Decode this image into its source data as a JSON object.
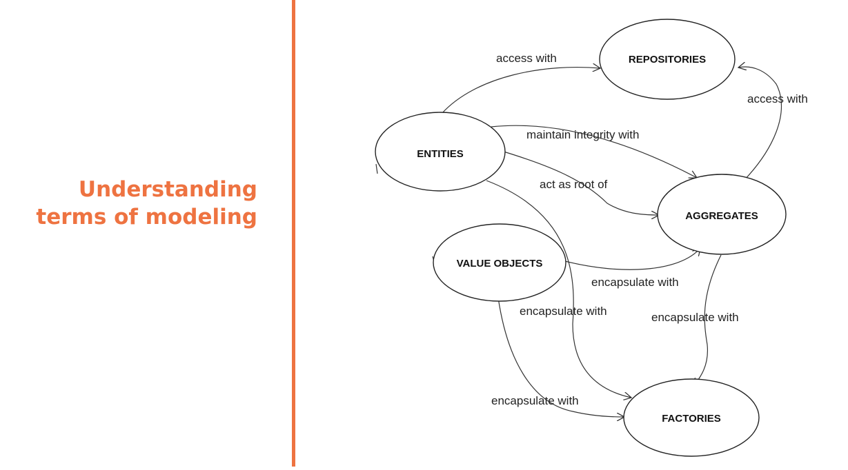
{
  "slide": {
    "title_lines": [
      "Understanding",
      "terms of modeling"
    ],
    "accent_color": "#ee7341"
  },
  "diagram": {
    "nodes": {
      "repositories": "REPOSITORIES",
      "entities": "ENTITIES",
      "aggregates": "AGGREGATES",
      "value_objects": "VALUE OBJECTS",
      "factories": "FACTORIES"
    },
    "edges": [
      {
        "from": "Entities",
        "to": "Repositories",
        "label": "access with"
      },
      {
        "from": "Aggregates",
        "to": "Repositories",
        "label": "access with"
      },
      {
        "from": "Entities",
        "to": "Aggregates",
        "label": "maintain integrity with"
      },
      {
        "from": "Entities",
        "to": "Aggregates",
        "label": "act as root of"
      },
      {
        "from": "Value Objects",
        "to": "Aggregates",
        "label": "encapsulate with"
      },
      {
        "from": "Entities",
        "to": "Factories",
        "label": "encapsulate with"
      },
      {
        "from": "Aggregates",
        "to": "Factories",
        "label": "encapsulate with"
      },
      {
        "from": "Value Objects",
        "to": "Factories",
        "label": "encapsulate with"
      }
    ]
  }
}
